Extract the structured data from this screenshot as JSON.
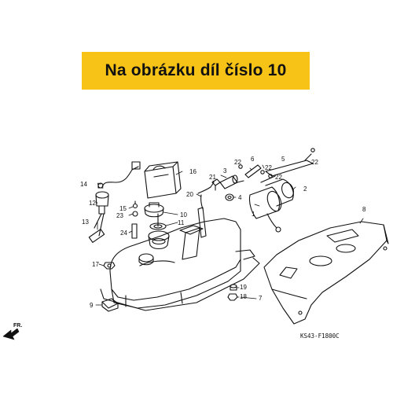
{
  "banner": {
    "text": "Na obrázku díl číslo 10",
    "color": "#f7c316"
  },
  "diagram_code": "KS43-F1800C",
  "direction_label": "FR.",
  "callouts": [
    "1",
    "2",
    "3",
    "4",
    "5",
    "6",
    "7",
    "8",
    "9",
    "10",
    "11",
    "12",
    "13",
    "14",
    "15",
    "16",
    "17",
    "18",
    "19",
    "20",
    "21",
    "22",
    "22",
    "22",
    "22",
    "23",
    "24"
  ]
}
